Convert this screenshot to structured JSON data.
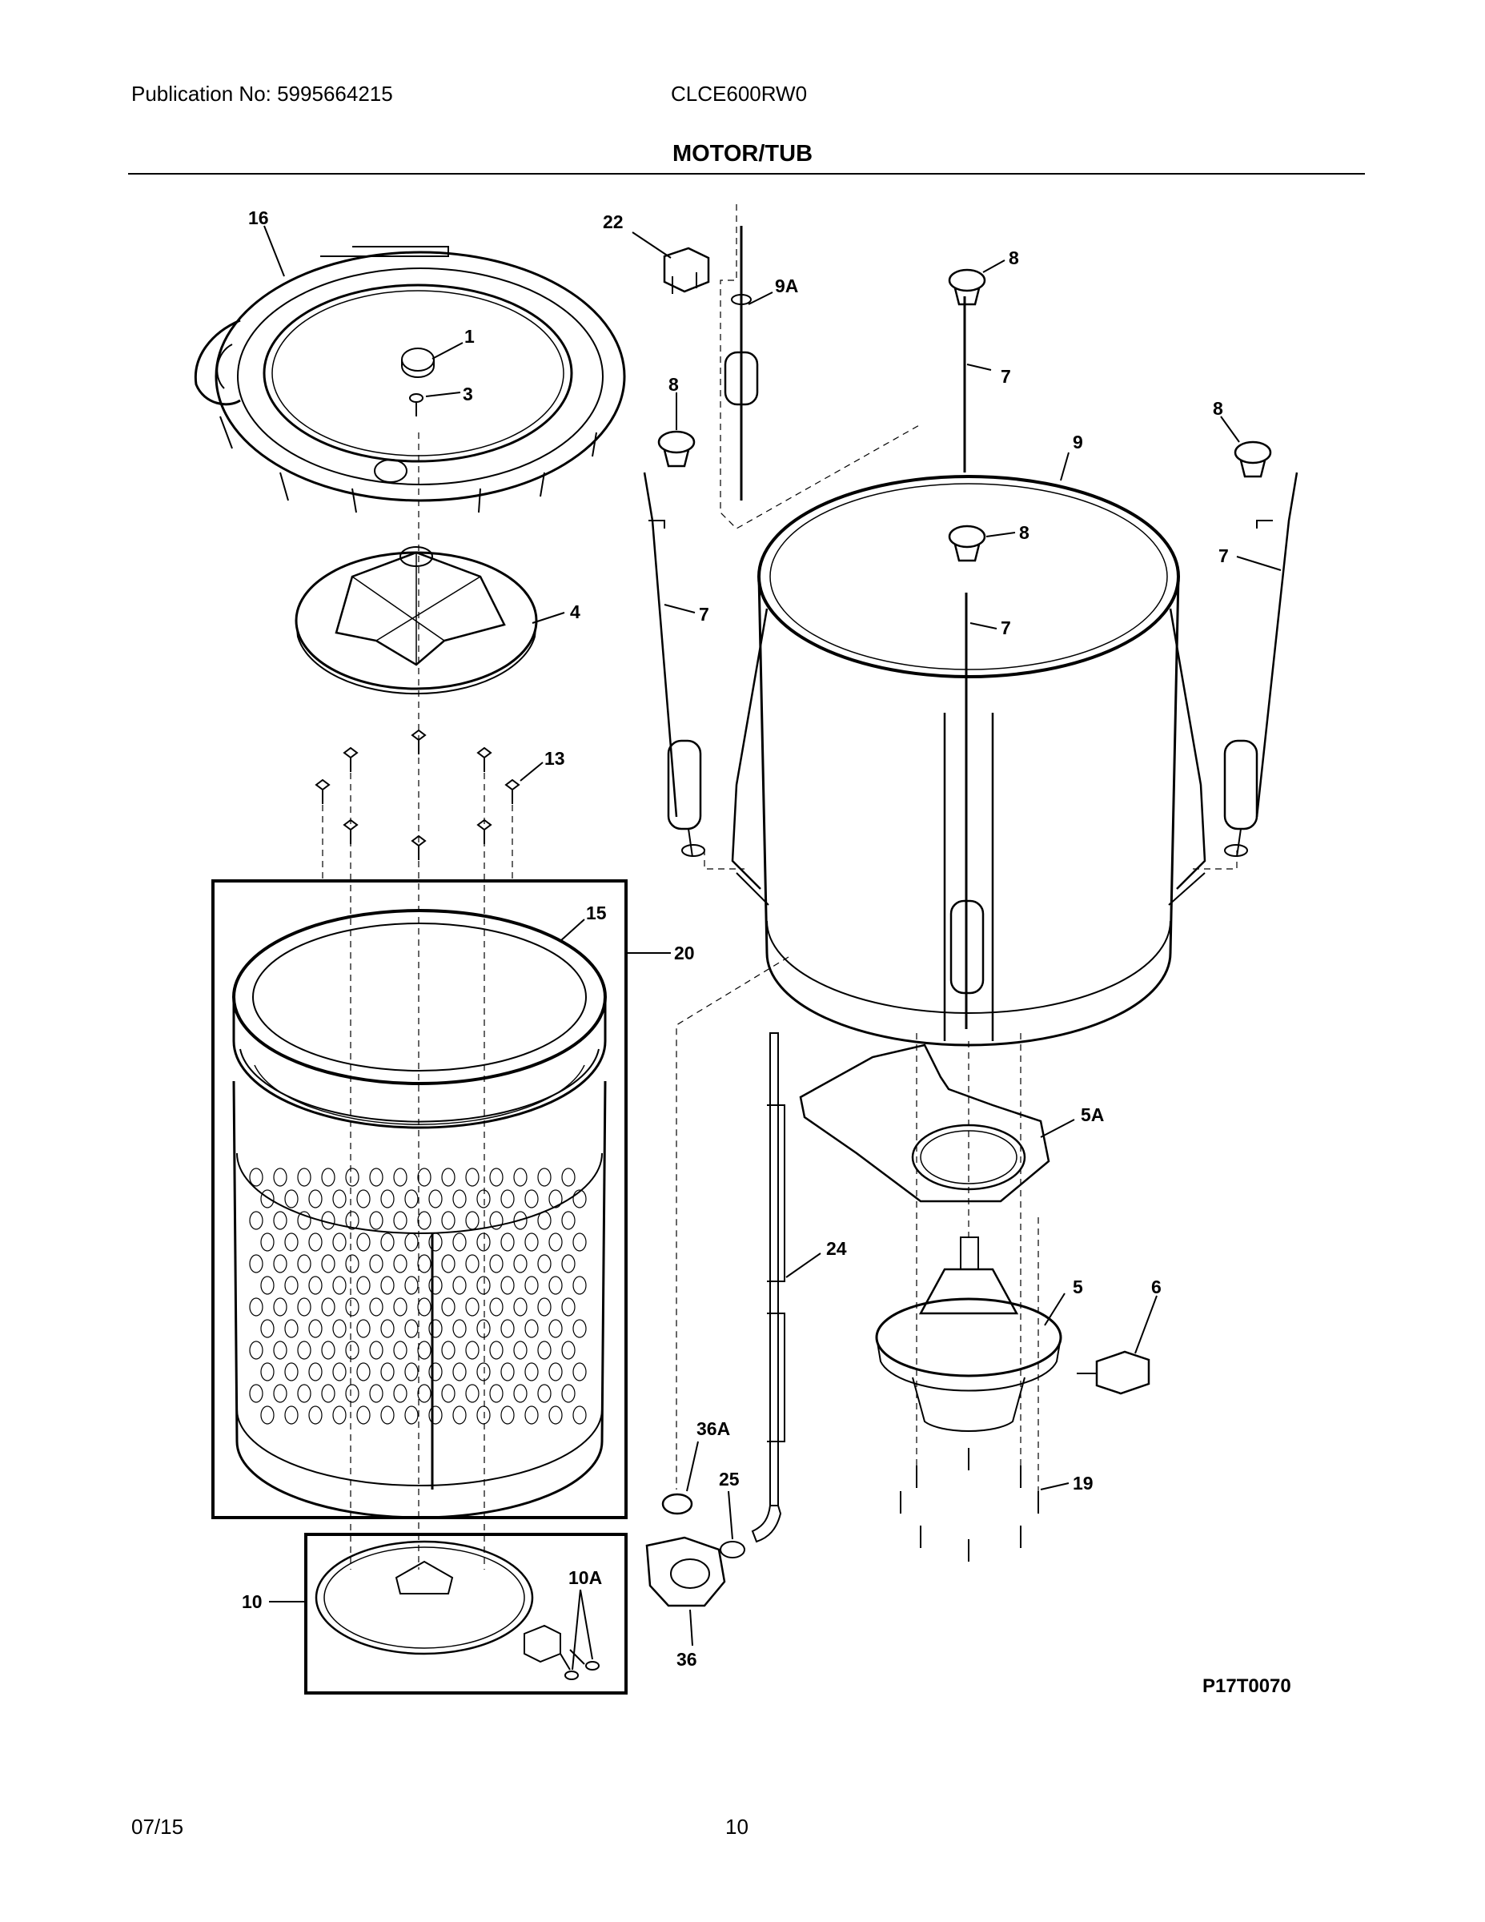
{
  "header": {
    "publication": "Publication No: 5995664215",
    "model": "CLCE600RW0",
    "title": "MOTOR/TUB"
  },
  "diagram": {
    "figure_code": "P17T0070",
    "callouts": [
      "16",
      "22",
      "9A",
      "8",
      "1",
      "3",
      "8",
      "7",
      "9",
      "8",
      "8",
      "7",
      "4",
      "7",
      "7",
      "13",
      "15",
      "20",
      "5A",
      "24",
      "5",
      "6",
      "36A",
      "25",
      "19",
      "10",
      "10A",
      "36"
    ]
  },
  "footer": {
    "date": "07/15",
    "page": "10"
  }
}
